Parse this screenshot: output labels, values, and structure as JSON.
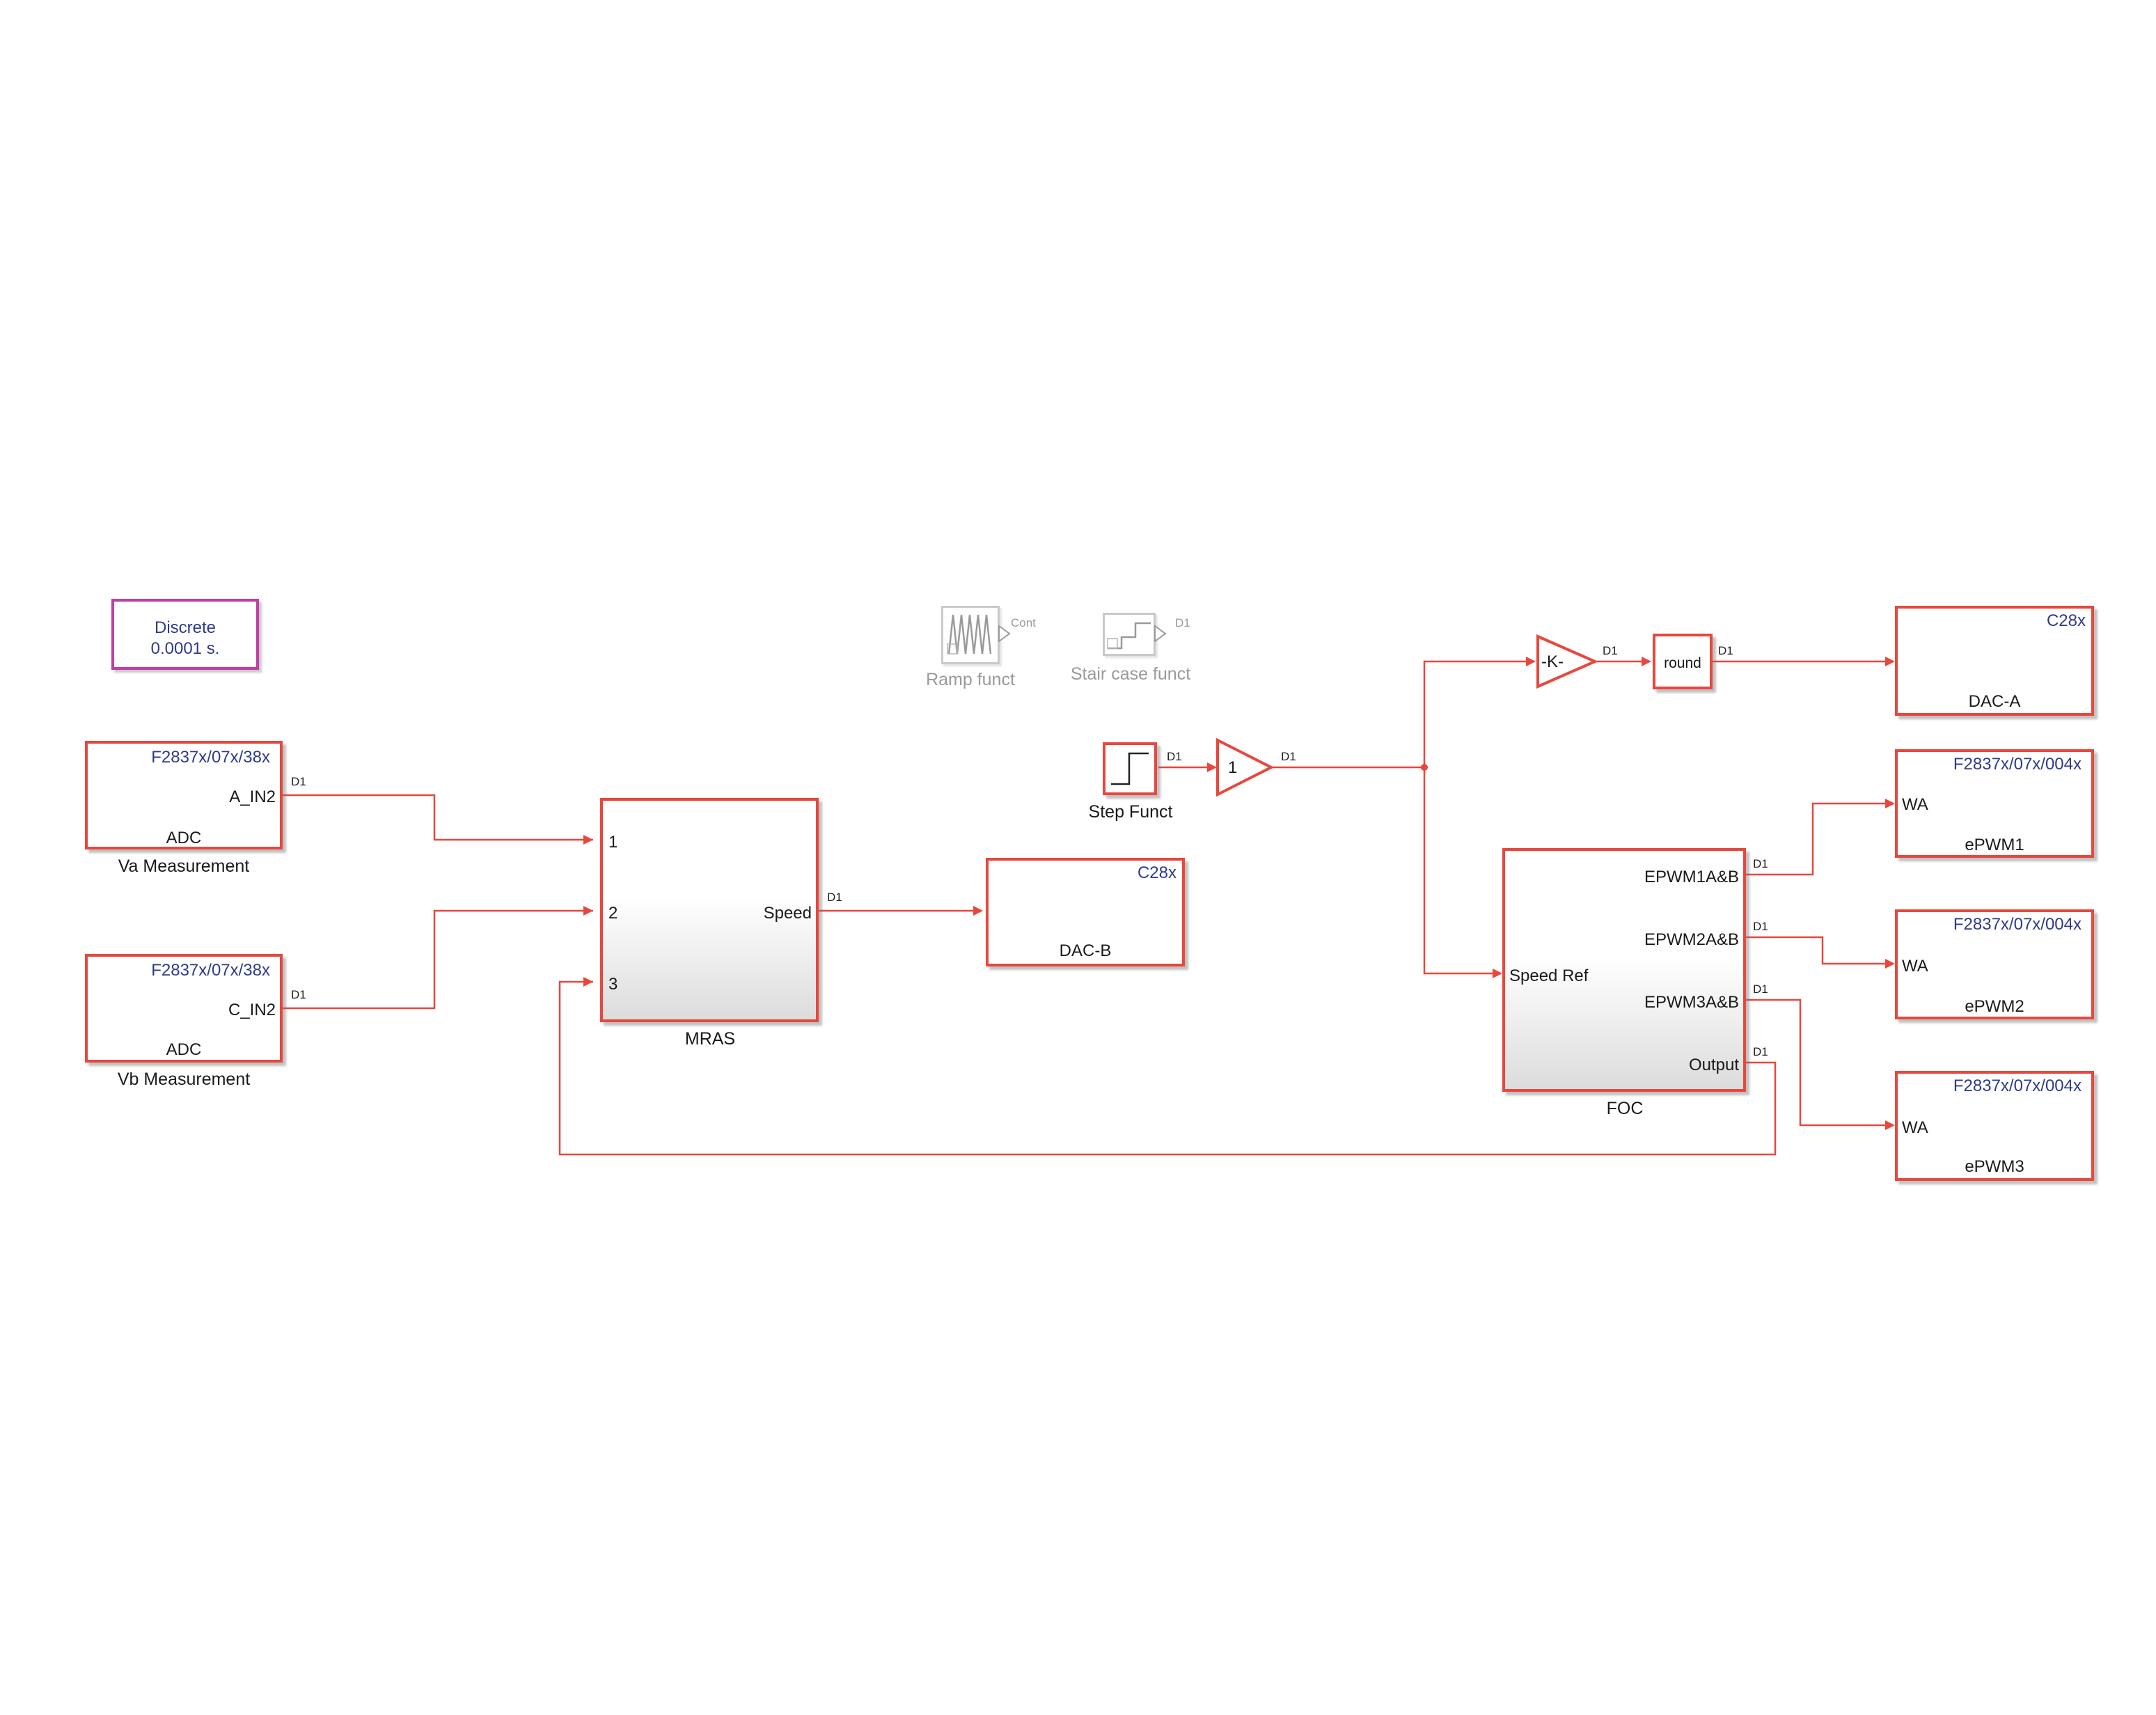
{
  "solver": {
    "line1": "Discrete",
    "line2": "0.0001 s."
  },
  "va_adc": {
    "target": "F2837x/07x/38x",
    "port_out": "A_IN2",
    "label": "ADC",
    "caption": "Va Measurement"
  },
  "vb_adc": {
    "target": "F2837x/07x/38x",
    "port_out": "C_IN2",
    "label": "ADC",
    "caption": "Vb Measurement"
  },
  "mras": {
    "ports_in": [
      "1",
      "2",
      "3"
    ],
    "port_out": "Speed",
    "caption": "MRAS"
  },
  "dac_b": {
    "target": "C28x",
    "label": "DAC-B"
  },
  "dac_a": {
    "target": "C28x",
    "label": "DAC-A"
  },
  "ramp": {
    "caption": "Ramp funct",
    "rate": "Cont"
  },
  "stair": {
    "caption": "Stair case funct",
    "rate": "D1"
  },
  "step": {
    "caption": "Step Funct"
  },
  "gain1": {
    "value": "1"
  },
  "gain_k": {
    "value": "-K-"
  },
  "round": {
    "label": "round"
  },
  "foc": {
    "port_in": "Speed Ref",
    "ports_out": [
      "EPWM1A&B",
      "EPWM2A&B",
      "EPWM3A&B",
      "Output"
    ],
    "caption": "FOC"
  },
  "epwm": [
    {
      "target": "F2837x/07x/004x",
      "port_in": "WA",
      "label": "ePWM1"
    },
    {
      "target": "F2837x/07x/004x",
      "port_in": "WA",
      "label": "ePWM2"
    },
    {
      "target": "F2837x/07x/004x",
      "port_in": "WA",
      "label": "ePWM3"
    }
  ],
  "signal_rate": "D1",
  "colors": {
    "wire": "#e8473d",
    "block_border": "#e8473d",
    "solver_border": "#c23ea6",
    "target_text": "#2e3a8c"
  }
}
